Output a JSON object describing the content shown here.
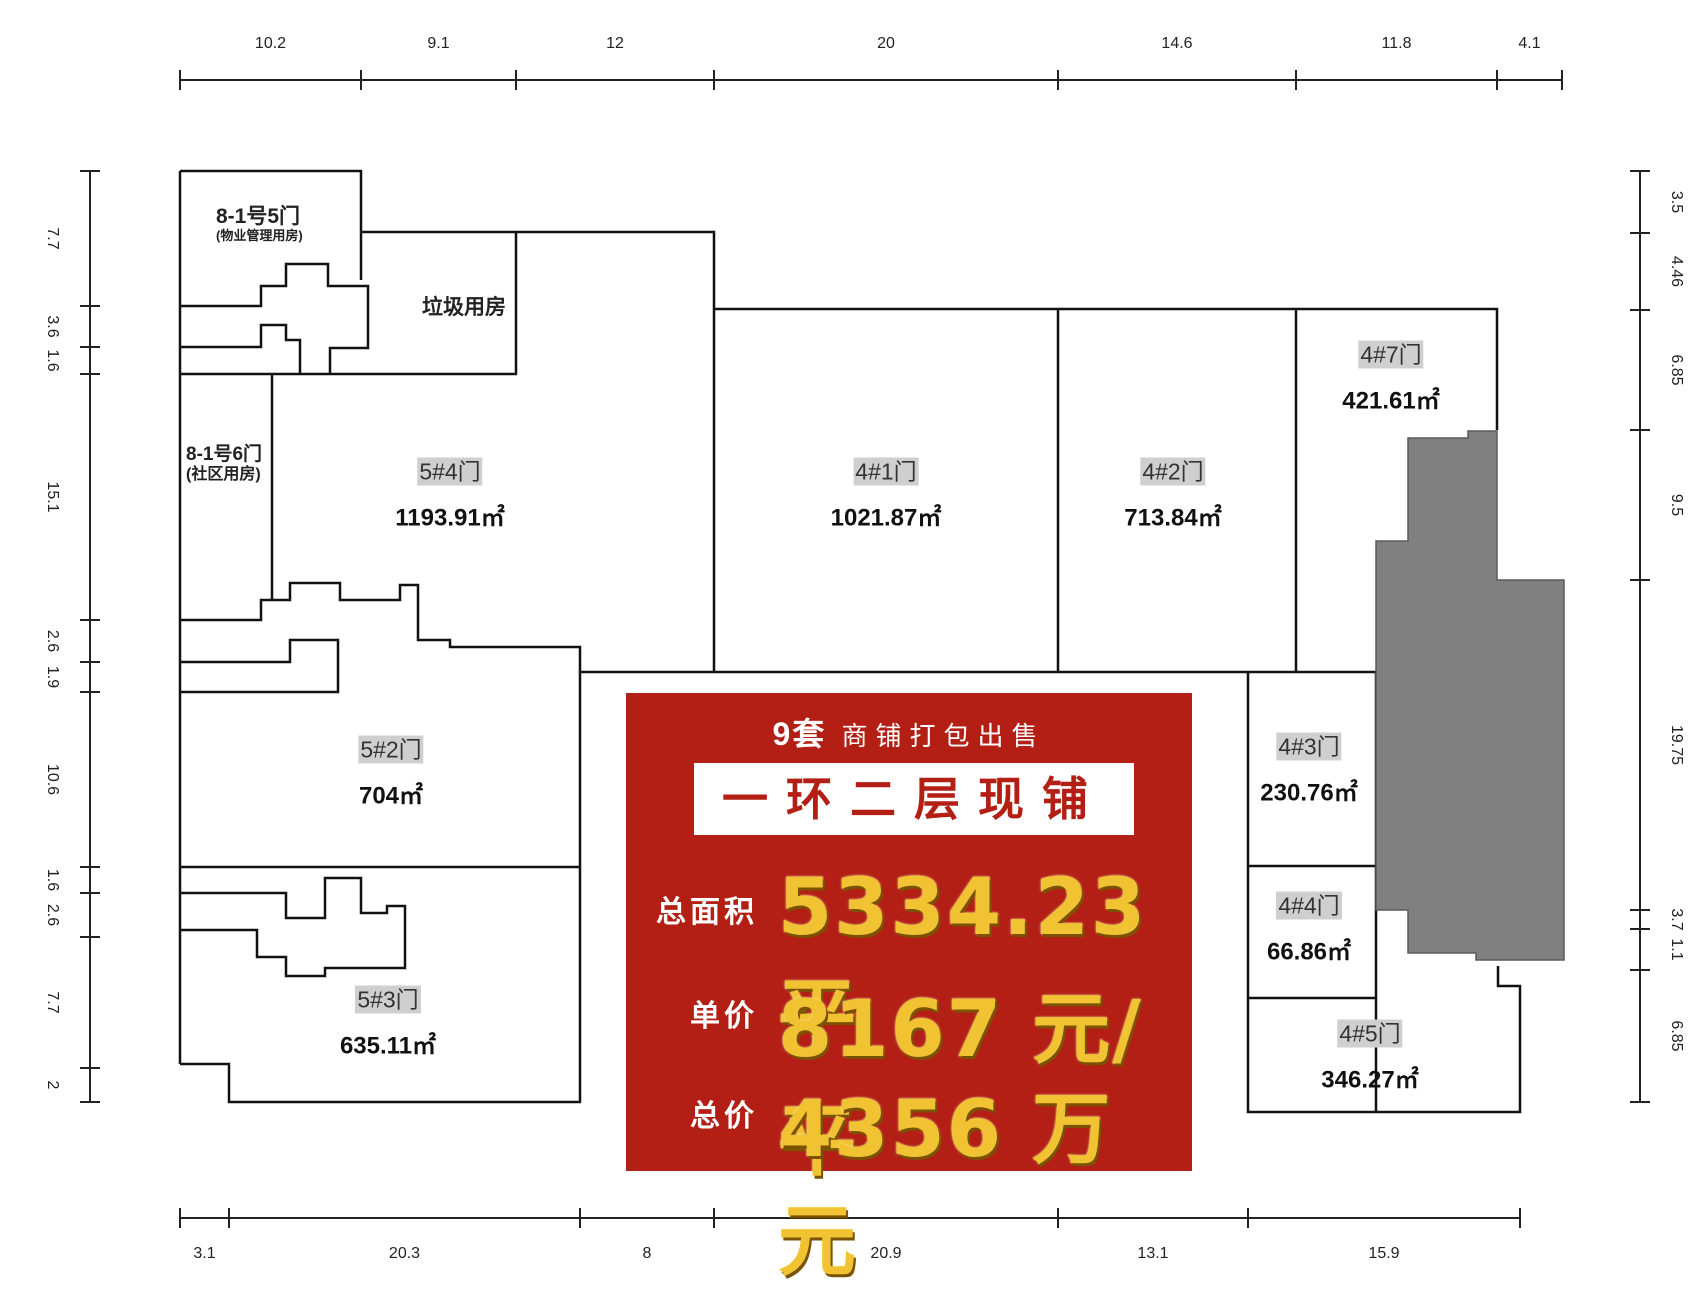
{
  "dimensions": {
    "top": [
      "10.2",
      "9.1",
      "12",
      "20",
      "14.6",
      "11.8",
      "4.1"
    ],
    "bottom": [
      "3.1",
      "20.3",
      "8",
      "20.9",
      "13.1",
      "15.9"
    ],
    "left": [
      "7.7",
      "3.6",
      "1.6",
      "15.1",
      "2.6",
      "1.9",
      "10.6",
      "1.6",
      "2.6",
      "7.7",
      "2"
    ],
    "right": [
      "3.5",
      "4.46",
      "6.85",
      "9.5",
      "19.75",
      "3.7",
      "1.1",
      "6.85"
    ]
  },
  "rooms": {
    "room_8_1_5": {
      "name": "8-1号5门",
      "note": "(物业管理用房)"
    },
    "garbage": {
      "name": "垃圾用房"
    },
    "room_8_1_6": {
      "name": "8-1号6门",
      "note": "(社区用房)"
    }
  },
  "units": {
    "u_5_4": {
      "door": "5#4门",
      "area": "1193.91㎡"
    },
    "u_4_1": {
      "door": "4#1门",
      "area": "1021.87㎡"
    },
    "u_4_2": {
      "door": "4#2门",
      "area": "713.84㎡"
    },
    "u_4_7": {
      "door": "4#7门",
      "area": "421.61㎡"
    },
    "u_5_2": {
      "door": "5#2门",
      "area": "704㎡"
    },
    "u_4_3": {
      "door": "4#3门",
      "area": "230.76㎡"
    },
    "u_4_4": {
      "door": "4#4门",
      "area": "66.86㎡"
    },
    "u_5_3": {
      "door": "5#3门",
      "area": "635.11㎡"
    },
    "u_4_5": {
      "door": "4#5门",
      "area": "346.27㎡"
    }
  },
  "promo": {
    "count": "9套",
    "headline": "商铺打包出售",
    "title": "一环二层现铺",
    "total_area_label": "总面积",
    "total_area_value": "5334.23平",
    "unit_price_label": "单价",
    "unit_price_value": "8167 元/平",
    "total_price_label": "总价",
    "total_price_value": "4356 万元"
  },
  "colors": {
    "promo_bg": "#b31f14",
    "gold": "#f1c232",
    "core_gray": "#808080",
    "door_tag_bg": "#cfcfcf"
  }
}
